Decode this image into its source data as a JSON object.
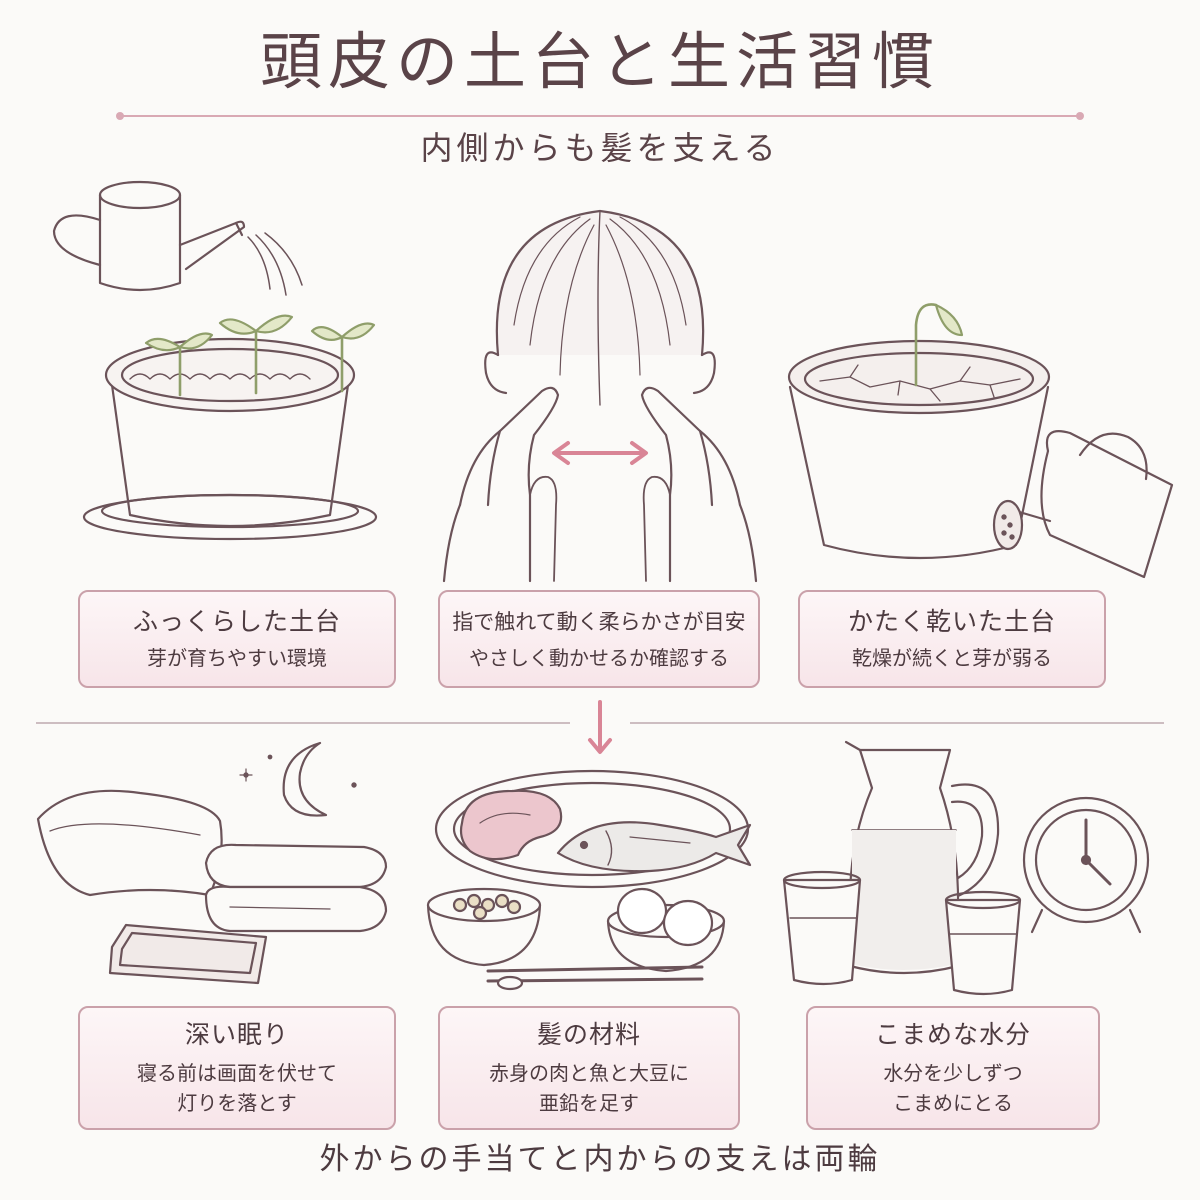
{
  "title": "頭皮の土台と生活習慣",
  "subtitle": "内側からも髪を支える",
  "colors": {
    "accent": "#d9a9b4",
    "card_border": "#caa1aa",
    "card_fill": "#f7e5e9",
    "ink": "#4d3b40",
    "arrow": "#d98596"
  },
  "top_cards": [
    {
      "title": "ふっくらした土台",
      "desc": "芽が育ちやすい環境"
    },
    {
      "title": "指で触れて動く柔らかさが目安",
      "desc": "やさしく動かせるか確認する"
    },
    {
      "title": "かたく乾いた土台",
      "desc": "乾燥が続くと芽が弱る"
    }
  ],
  "bottom_cards": [
    {
      "title": "深い眠り",
      "desc1": "寝る前は画面を伏せて",
      "desc2": "灯りを落とす"
    },
    {
      "title": "髪の材料",
      "desc1": "赤身の肉と魚と大豆に",
      "desc2": "亜鉛を足す"
    },
    {
      "title": "こまめな水分",
      "desc1": "水分を少しずつ",
      "desc2": "こまめにとる"
    }
  ],
  "footer": "外からの手当てと内からの支えは両輪",
  "icons": {
    "healthy_pot": "sprouting-pot-icon",
    "head_massage": "scalp-massage-icon",
    "dry_pot": "dry-pot-icon",
    "sleep": "sleep-icon",
    "food": "food-plate-icon",
    "water": "water-pitcher-icon"
  }
}
